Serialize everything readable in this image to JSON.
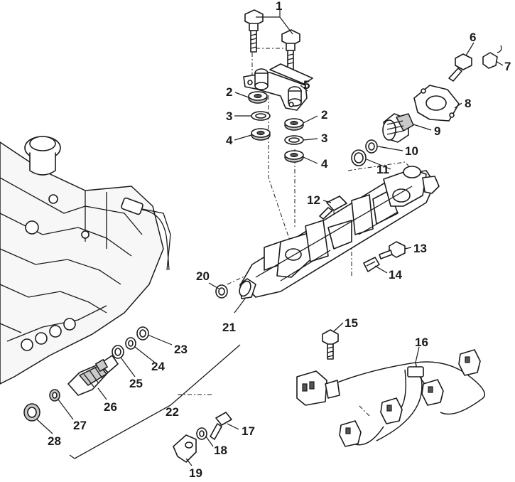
{
  "callouts": {
    "c1": "1",
    "c2a": "2",
    "c2b": "2",
    "c3a": "3",
    "c3b": "3",
    "c4a": "4",
    "c4b": "4",
    "c5": "5",
    "c6": "6",
    "c7": "7",
    "c8": "8",
    "c9": "9",
    "c10": "10",
    "c11": "11",
    "c12": "12",
    "c13": "13",
    "c14": "14",
    "c15": "15",
    "c16": "16",
    "c17": "17",
    "c18": "18",
    "c19": "19",
    "c20": "20",
    "c21": "21",
    "c22": "22",
    "c23": "23",
    "c24": "24",
    "c25": "25",
    "c26": "26",
    "c27": "27",
    "c28": "28"
  }
}
